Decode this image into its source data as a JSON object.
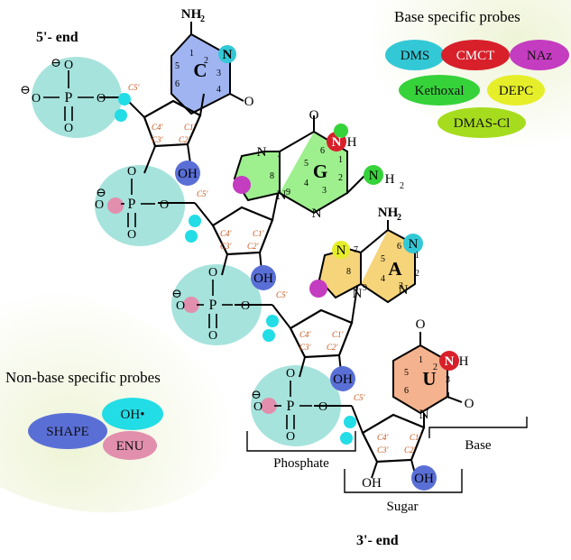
{
  "labels": {
    "five_prime_end": "5'- end",
    "three_prime_end": "3'- end",
    "base_probes_title": "Base specific probes",
    "nonbase_probes_title": "Non-base specific probes",
    "phosphate": "Phosphate",
    "sugar": "Sugar",
    "base": "Base"
  },
  "base_probes": [
    {
      "label": "DMS",
      "color": "#33c8d6"
    },
    {
      "label": "CMCT",
      "color": "#d8202a"
    },
    {
      "label": "NAz",
      "color": "#c43cc0"
    },
    {
      "label": "Kethoxal",
      "color": "#36d23a"
    },
    {
      "label": "DEPC",
      "color": "#e6ee2a"
    },
    {
      "label": "DMAS-Cl",
      "color": "#a6dc1e"
    }
  ],
  "nonbase_probes": [
    {
      "label": "SHAPE",
      "color": "#5a6fd6"
    },
    {
      "label": "OH•",
      "color": "#22dde6"
    },
    {
      "label": "ENU",
      "color": "#e28fae"
    }
  ],
  "bases": [
    {
      "letter": "C",
      "color": "#9fb4f0"
    },
    {
      "letter": "G",
      "color": "#9ef08e"
    },
    {
      "letter": "A",
      "color": "#f6d47a"
    },
    {
      "letter": "U",
      "color": "#f4b28e"
    }
  ],
  "atoms": {
    "nh2": "NH",
    "nh2_sub": "2",
    "n": "N",
    "h": "H",
    "o": "O",
    "oh": "OH",
    "p": "P",
    "minus": "⊖"
  },
  "carbons": {
    "c5": "C5'",
    "c4": "C4'",
    "c3": "C3'",
    "c2": "C2'",
    "c1": "C1'"
  },
  "ring_numbers": {
    "pyr": [
      "1",
      "2",
      "3",
      "4",
      "5",
      "6"
    ],
    "pur": [
      "1",
      "2",
      "3",
      "4",
      "5",
      "6",
      "7",
      "8",
      "9"
    ]
  }
}
